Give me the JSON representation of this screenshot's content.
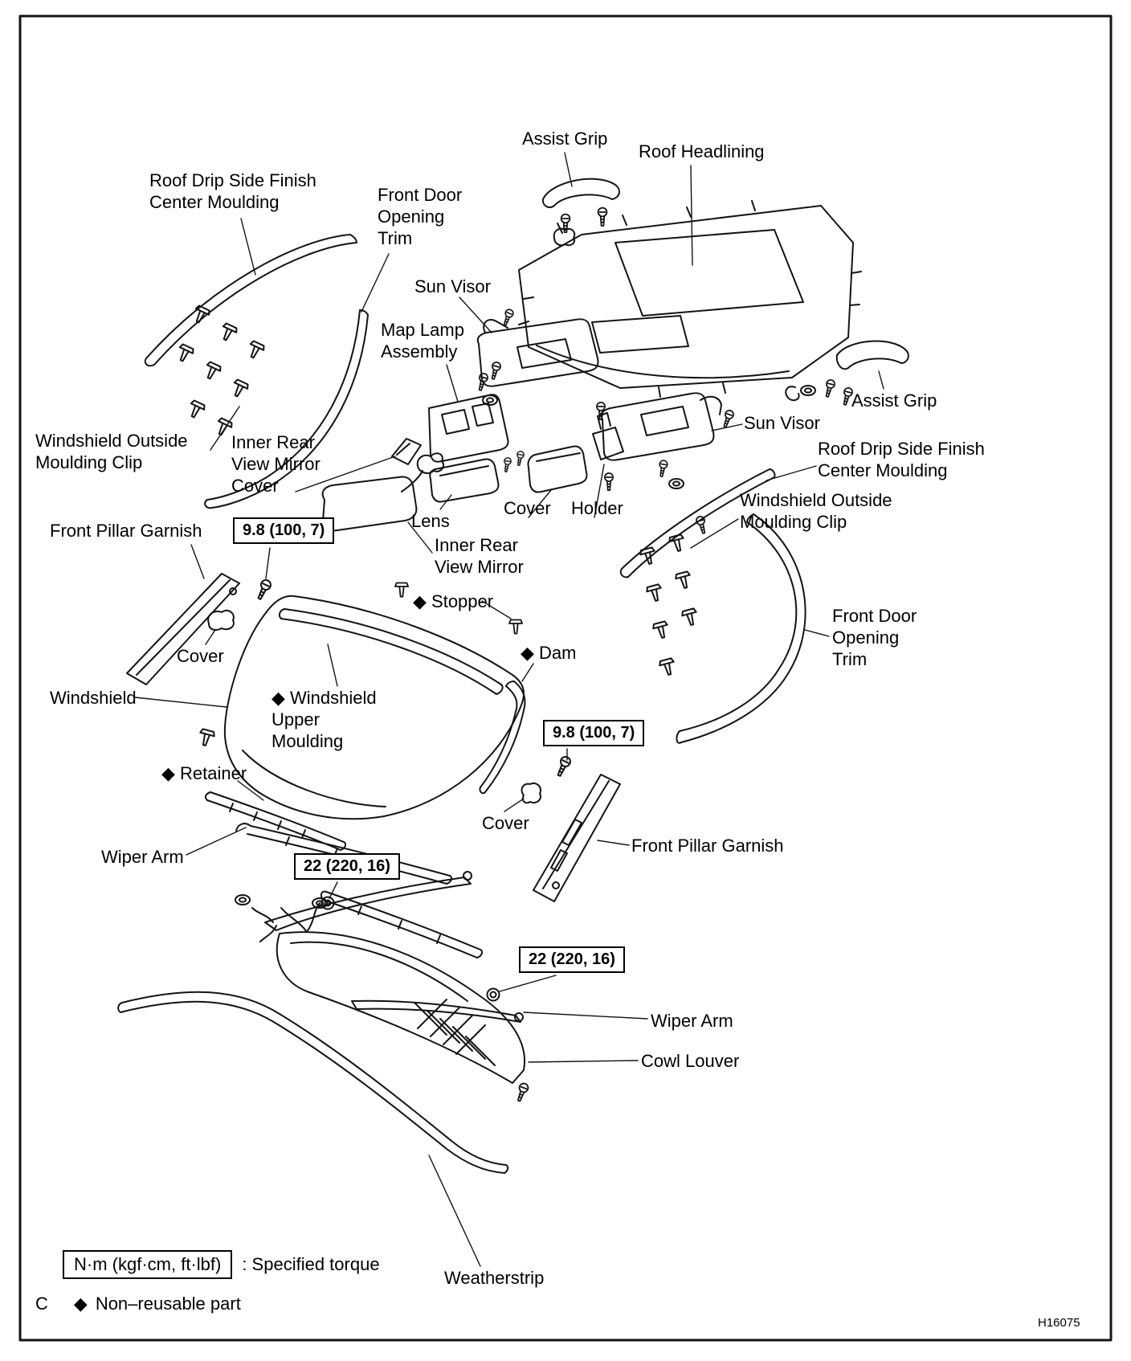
{
  "page": {
    "code": "H16075"
  },
  "labels": {
    "assist_grip_top": "Assist Grip",
    "roof_headlining": "Roof Headlining",
    "roof_drip_left": "Roof Drip Side Finish Center Moulding",
    "front_door_trim_left": "Front Door Opening Trim",
    "sun_visor_left": "Sun Visor",
    "map_lamp": "Map Lamp Assembly",
    "windshield_clip_left": "Windshield Outside Moulding Clip",
    "mirror_cover": "Inner Rear View Mirror Cover",
    "assist_grip_right": "Assist Grip",
    "sun_visor_right": "Sun Visor",
    "roof_drip_right": "Roof Drip Side Finish Center Moulding",
    "windshield_clip_right": "Windshield Outside Moulding Clip",
    "front_pillar_garnish_left": "Front Pillar Garnish",
    "lens": "Lens",
    "cover_top": "Cover",
    "holder": "Holder",
    "inner_mirror": "Inner Rear View Mirror",
    "stopper": "◆ Stopper",
    "dam": "◆ Dam",
    "cover_left": "Cover",
    "front_door_trim_right": "Front Door Opening Trim",
    "windshield": "Windshield",
    "upper_moulding": "◆ Windshield Upper Moulding",
    "retainer": "◆ Retainer",
    "cover_bottom": "Cover",
    "front_pillar_garnish_right": "Front Pillar Garnish",
    "wiper_arm_left": "Wiper Arm",
    "wiper_arm_right": "Wiper Arm",
    "cowl_louver": "Cowl Louver",
    "weatherstrip": "Weatherstrip"
  },
  "torques": {
    "visor_screw": "9.8 (100, 7)",
    "pillar_screw": "9.8 (100, 7)",
    "wiper_nut_front": "22 (220, 16)",
    "wiper_nut_rear": "22 (220, 16)"
  },
  "legend": {
    "torque_unit": "N·m (kgf·cm, ft·lbf)",
    "torque_desc": ": Specified torque",
    "page_mark": "C",
    "nonreusable_symbol": "◆",
    "nonreusable_text": "Non–reusable part"
  }
}
